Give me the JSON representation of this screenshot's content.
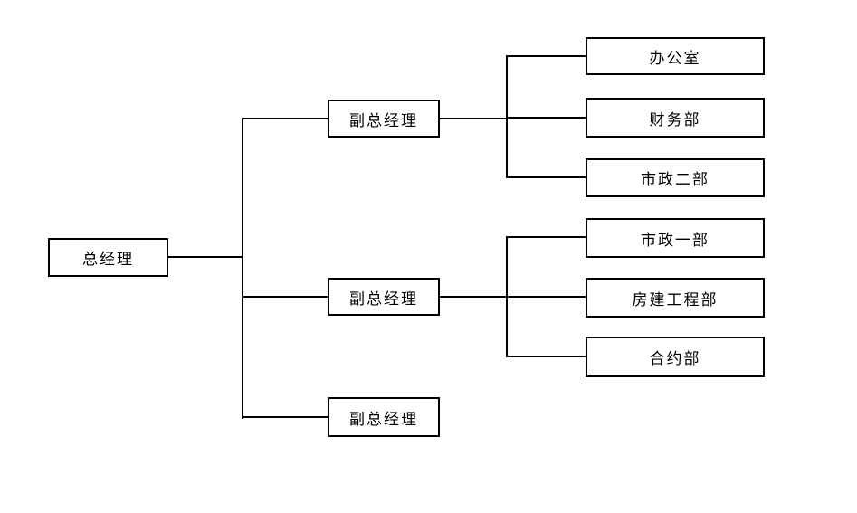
{
  "org_chart": {
    "type": "organization-chart",
    "background": "#ffffff",
    "line_color": "#000000",
    "box_border_color": "#000000",
    "text_color": "#000000",
    "root": {
      "label": "总经理",
      "children": [
        {
          "label": "副总经理",
          "children": [
            {
              "label": "办公室"
            },
            {
              "label": "财务部"
            },
            {
              "label": "市政二部"
            }
          ]
        },
        {
          "label": "副总经理",
          "children": [
            {
              "label": "市政一部"
            },
            {
              "label": "房建工程部"
            },
            {
              "label": "合约部"
            }
          ]
        },
        {
          "label": "副总经理",
          "children": []
        }
      ]
    }
  }
}
